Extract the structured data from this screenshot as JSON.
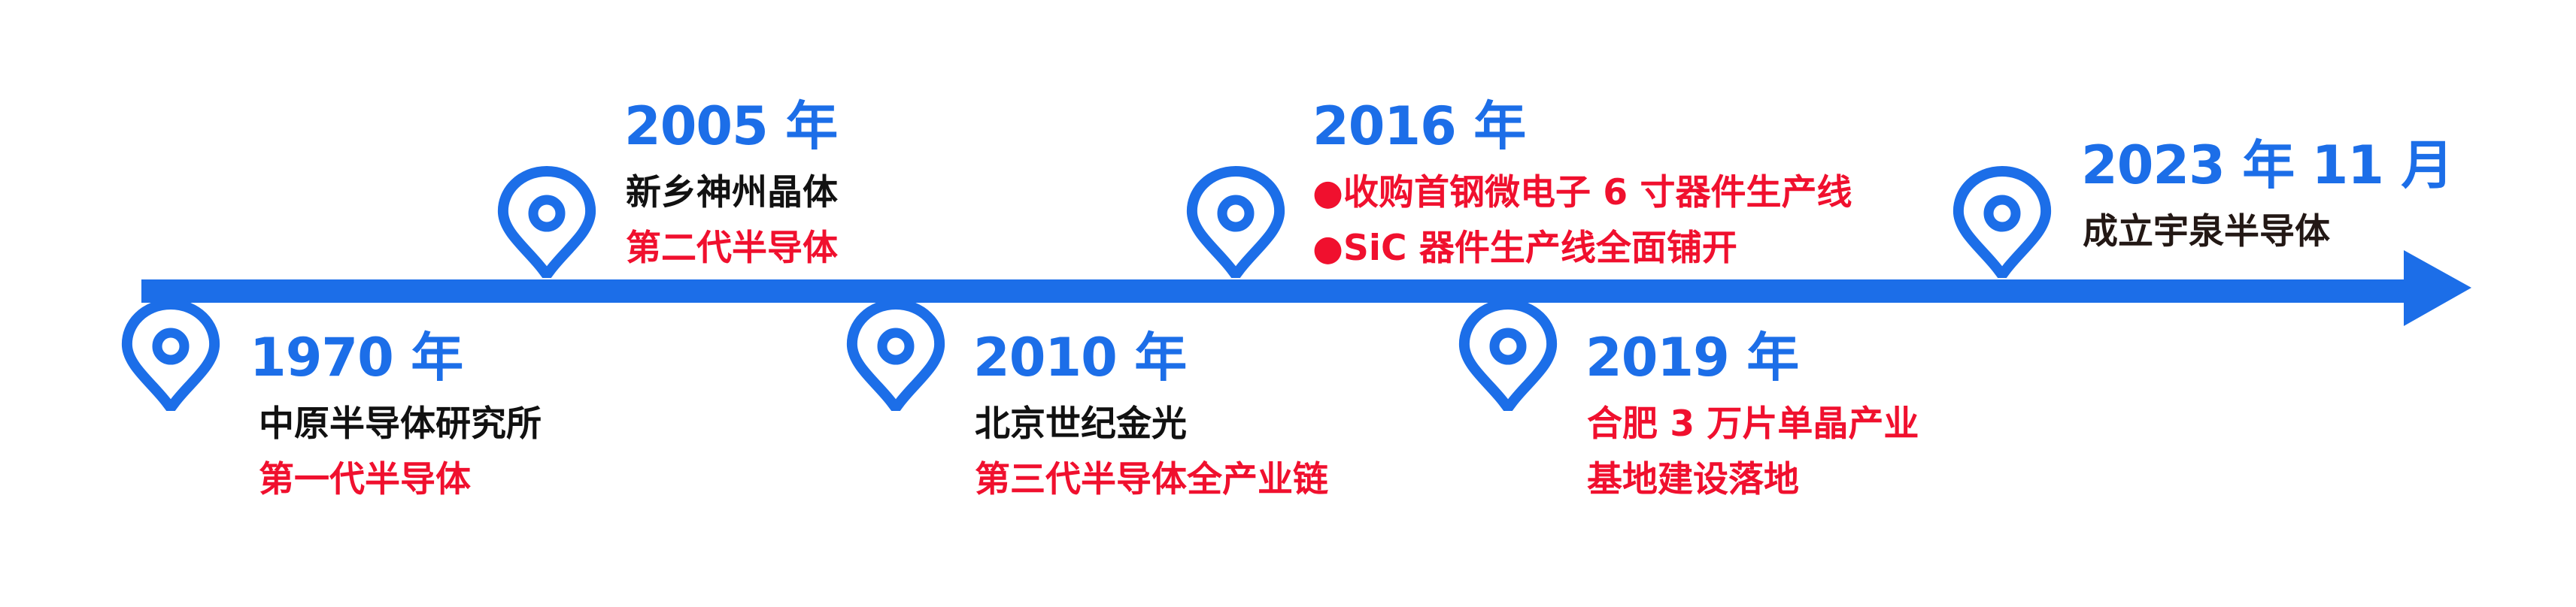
{
  "colors": {
    "accent_blue": "#1c6ee8",
    "highlight_red": "#f0102e",
    "text_black": "#111111"
  },
  "timeline": {
    "axis": {
      "direction": "left-to-right",
      "arrow": "arrow-right-icon"
    },
    "events": [
      {
        "year": "1970 年",
        "position": "below",
        "lines": [
          {
            "text": "中原半导体研究所",
            "color": "black"
          },
          {
            "text": "第一代半导体",
            "color": "red"
          }
        ]
      },
      {
        "year": "2005 年",
        "position": "above",
        "lines": [
          {
            "text": "新乡神州晶体",
            "color": "black"
          },
          {
            "text": "第二代半导体",
            "color": "red"
          }
        ]
      },
      {
        "year": "2010 年",
        "position": "below",
        "lines": [
          {
            "text": "北京世纪金光",
            "color": "black"
          },
          {
            "text": "第三代半导体全产业链",
            "color": "red"
          }
        ]
      },
      {
        "year": "2016 年",
        "position": "above",
        "lines": [
          {
            "text": "●收购首钢微电子 6 寸器件生产线",
            "color": "red"
          },
          {
            "text": "●SiC 器件生产线全面铺开",
            "color": "red"
          }
        ]
      },
      {
        "year": "2019 年",
        "position": "below",
        "lines": [
          {
            "text": "合肥 3 万片单晶产业",
            "color": "red"
          },
          {
            "text": "基地建设落地",
            "color": "red"
          }
        ]
      },
      {
        "year": "2023 年 11 月",
        "position": "above",
        "lines": [
          {
            "text": "成立宇泉半导体",
            "color": "dark"
          }
        ]
      }
    ]
  }
}
